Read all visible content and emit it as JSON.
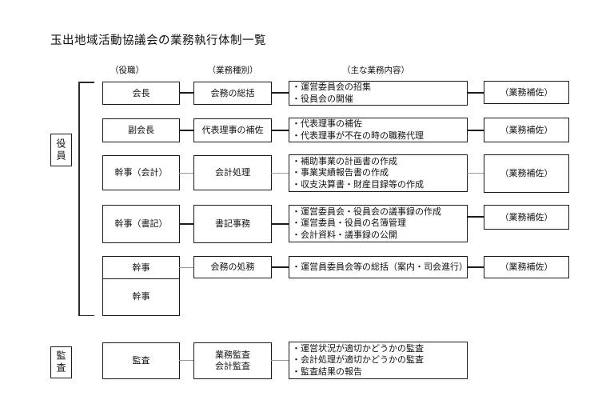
{
  "title": "玉出地域活動協議会の業務執行体制一覧",
  "columns": {
    "role": "（役職）",
    "type": "（業務種別）",
    "duties": "（主な業務内容）"
  },
  "groups": {
    "officers": "役員",
    "audit": "監査"
  },
  "ink_color": "#1a1a1a",
  "rows": [
    {
      "role": "会長",
      "type": "会務の総括",
      "duties": [
        "・運営委員会の招集",
        "・役員会の開催"
      ],
      "assist": "（業務補佐）"
    },
    {
      "role": "副会長",
      "type": "代表理事の補佐",
      "duties": [
        "・代表理事の補佐",
        "・代表理事が不在の時の職務代理"
      ],
      "assist": "（業務補佐）"
    },
    {
      "role": "幹事（会計）",
      "type": "会計処理",
      "duties": [
        "・補助事業の計画書の作成",
        "・事業実績報告書の作成",
        "・収支決算書・財産目録等の作成"
      ],
      "assist": "（業務補佐）"
    },
    {
      "role": "幹事（書記）",
      "type": "書記事務",
      "duties": [
        "・運営委員会・役員会の議事録の作成",
        "・運営委員・役員の名簿管理",
        "・会計資料・議事録の公開"
      ],
      "assist": "（業務補佐）"
    },
    {
      "role": "幹事",
      "role2": "幹事",
      "type": "会務の処務",
      "duties": [
        "・運営員委員会等の総括（案内・司会進行）"
      ],
      "assist": "（業務補佐）"
    },
    {
      "role": "監査",
      "type_lines": [
        "業務監査",
        "会計監査"
      ],
      "duties": [
        "・運営状況が適切かどうかの監査",
        "・会計処理が適切かどうかの監査",
        "・監査結果の報告"
      ]
    }
  ]
}
